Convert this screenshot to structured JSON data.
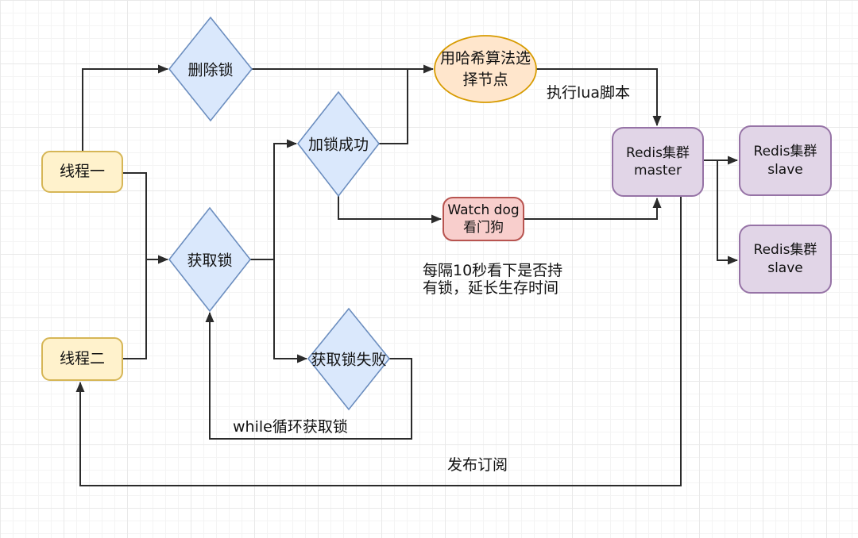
{
  "diagram": {
    "description": "Redis distributed lock / Redisson watch-dog flowchart",
    "palette": {
      "yellow_fill": "#FFF2CC",
      "yellow_border": "#D6B656",
      "blue_fill": "#DAE8FC",
      "blue_border": "#6C8EBF",
      "orange_fill": "#FFE6CC",
      "orange_border": "#D79B00",
      "red_fill": "#F8CECC",
      "red_border": "#B85450",
      "purple_fill": "#E1D5E7",
      "purple_border": "#9673A6",
      "edge_color": "#2b2b2b",
      "grid_minor": "#f4f4f4",
      "grid_major": "#e9e9e9"
    },
    "nodes": {
      "thread1": {
        "label": "线程一"
      },
      "thread2": {
        "label": "线程二"
      },
      "delete_lock": {
        "label": "删除锁"
      },
      "lock_success": {
        "label": "加锁成功"
      },
      "acquire_lock": {
        "label": "获取锁"
      },
      "acquire_lock_failed": {
        "label": "获取锁失败"
      },
      "hash_node_select": {
        "label": "用哈希算法选择节点"
      },
      "watch_dog": {
        "label": "Watch dog\n看门狗"
      },
      "redis_master": {
        "label": "Redis集群\nmaster"
      },
      "redis_slave_1": {
        "label": "Redis集群\nslave"
      },
      "redis_slave_2": {
        "label": "Redis集群\nslave"
      }
    },
    "edge_labels": {
      "execute_lua": "执行lua脚本",
      "watchdog_note": "每隔10秒看下是否持\n有锁，延长生存时间",
      "while_loop": "while循环获取锁",
      "publish_subscribe": "发布订阅"
    }
  }
}
